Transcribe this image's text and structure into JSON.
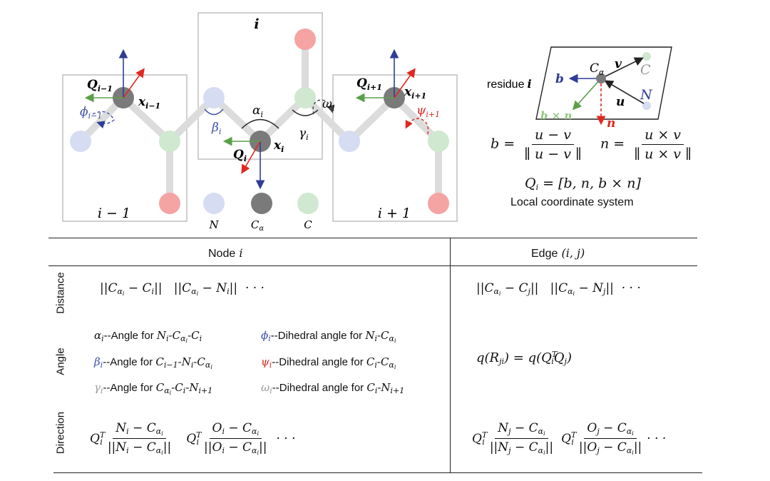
{
  "diagram": {
    "box_left_label": "i − 1",
    "box_center_label": "i",
    "box_right_label": "i + 1",
    "legend": {
      "n": "N",
      "ca": "C",
      "ca_sub": "α",
      "c": "C"
    },
    "labels": {
      "Q_prev": "Q",
      "Q_prev_sub": "i−1",
      "x_prev": "x",
      "x_prev_sub": "i−1",
      "phi_prev": "ϕ",
      "phi_prev_sub": "i−1",
      "beta": "β",
      "beta_sub": "i",
      "alpha": "α",
      "alpha_sub": "i",
      "gamma": "γ",
      "gamma_sub": "i",
      "omega": "ω",
      "omega_sub": "i",
      "Q_i": "Q",
      "Q_i_sub": "i",
      "x_i": "x",
      "x_i_sub": "i",
      "Q_next": "Q",
      "Q_next_sub": "i+1",
      "x_next": "x",
      "x_next_sub": "i+1",
      "psi_next": "ψ",
      "psi_next_sub": "i+1"
    },
    "colors": {
      "n_atom": "#d6dcf2",
      "ca_atom": "#7a7a7a",
      "c_atom": "#cfe8cf",
      "o_atom": "#f5a3a3",
      "bond": "#dcdcdc",
      "blue": "#2e3d97",
      "red": "#e0281f",
      "green": "#5aa04a",
      "dihedral_blue": "#3f4fa8",
      "dihedral_red": "#d62a22"
    }
  },
  "frame": {
    "residue_label": "residue",
    "residue_index": "i",
    "ca": "C",
    "ca_sub": "α",
    "c": "C",
    "n_atom": "N",
    "u": "u",
    "v": "v",
    "b": "b",
    "n": "n",
    "bxn": "b × n"
  },
  "formulas": {
    "b_lhs": "b =",
    "b_num": "u − v",
    "b_den": "∥ u − v ∥",
    "n_lhs": "n =",
    "n_num": "u × v",
    "n_den": "∥ u × v ∥",
    "Q_def": "Q",
    "Q_def_sub": "i",
    "Q_def_rhs": " = [b, n, b × n]",
    "caption": "Local coordinate system"
  },
  "table": {
    "header_node": "Node",
    "header_node_var": "i",
    "header_edge": "Edge",
    "header_edge_var": "(i, j)",
    "rows": {
      "distance": "Distance",
      "angle": "Angle",
      "direction": "Direction"
    },
    "ellipsis": "· · ·",
    "angle_items": {
      "alpha_desc": "--Angle for ",
      "beta_desc": "--Angle for ",
      "gamma_desc": "--Angle for ",
      "phi_desc": "--Dihedral angle for ",
      "psi_desc": "--Dihedral angle for ",
      "omega_desc": "--Dihedral angle for "
    },
    "edge_angle": "q(R",
    "edge_angle_sub": "ji",
    "edge_angle_rhs": ") = q(Q",
    "edge_angle_sup": "T",
    "edge_angle_sub2": "i",
    "edge_angle_end": "Q",
    "edge_angle_sub3": "j",
    "edge_angle_close": ")"
  }
}
